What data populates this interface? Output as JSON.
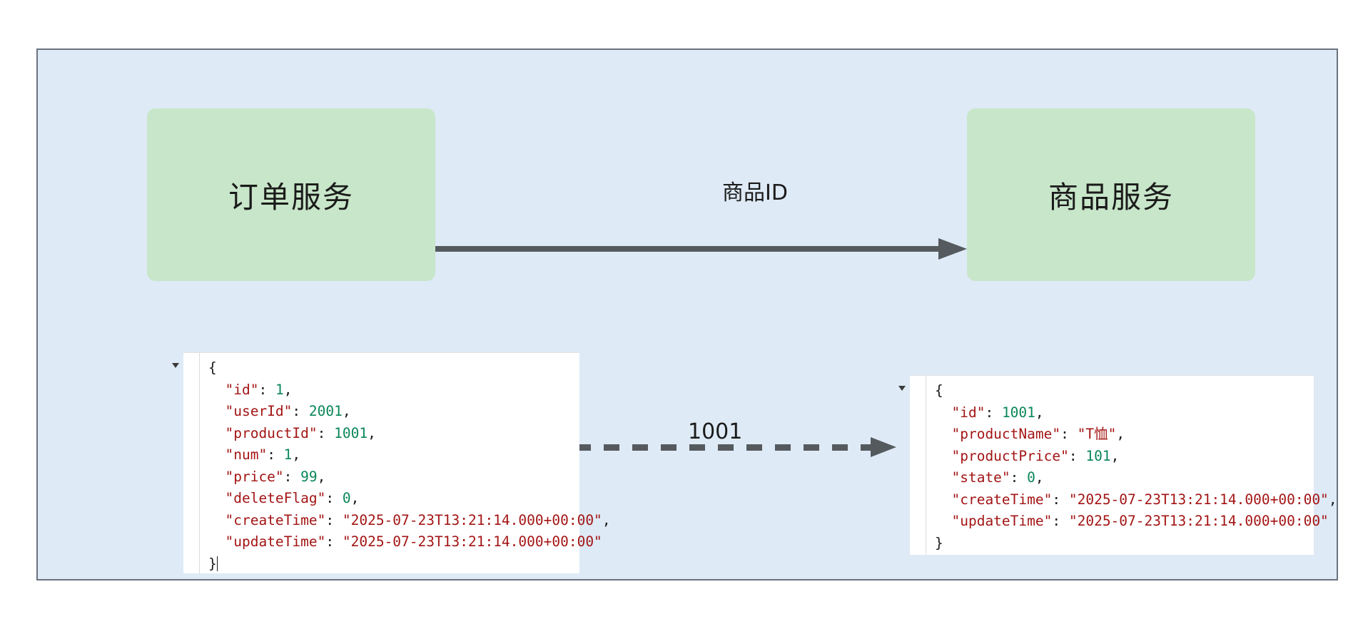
{
  "diagram": {
    "title": "Order Service to Product Service call diagram",
    "colors": {
      "canvas_background": "#deeaf6",
      "canvas_border": "#6b7280",
      "service_box": "#c8e6c9",
      "arrow": "#555a5e",
      "json_key": "#a31515",
      "json_number": "#098658",
      "json_string": "#a31515",
      "panel_background": "#ffffff"
    },
    "nodes": [
      {
        "id": "order-service",
        "label": "订单服务"
      },
      {
        "id": "product-service",
        "label": "商品服务"
      }
    ],
    "edges": [
      {
        "id": "solid-edge",
        "from": "order-service",
        "to": "product-service",
        "label": "商品ID",
        "style": "solid"
      },
      {
        "id": "dashed-edge",
        "from": "order-json",
        "to": "product-json",
        "label": "1001",
        "style": "dashed"
      }
    ]
  },
  "order_json": {
    "toggle_icon": "triangle-down-icon",
    "lines": [
      {
        "indent": 0,
        "tokens": [
          {
            "t": "brace",
            "v": "{"
          }
        ]
      },
      {
        "indent": 1,
        "tokens": [
          {
            "t": "key",
            "v": "\"id\""
          },
          {
            "t": "punct",
            "v": ": "
          },
          {
            "t": "num",
            "v": "1"
          },
          {
            "t": "punct",
            "v": ","
          }
        ]
      },
      {
        "indent": 1,
        "tokens": [
          {
            "t": "key",
            "v": "\"userId\""
          },
          {
            "t": "punct",
            "v": ": "
          },
          {
            "t": "num",
            "v": "2001"
          },
          {
            "t": "punct",
            "v": ","
          }
        ]
      },
      {
        "indent": 1,
        "tokens": [
          {
            "t": "key",
            "v": "\"productId\""
          },
          {
            "t": "punct",
            "v": ": "
          },
          {
            "t": "num",
            "v": "1001"
          },
          {
            "t": "punct",
            "v": ","
          }
        ]
      },
      {
        "indent": 1,
        "tokens": [
          {
            "t": "key",
            "v": "\"num\""
          },
          {
            "t": "punct",
            "v": ": "
          },
          {
            "t": "num",
            "v": "1"
          },
          {
            "t": "punct",
            "v": ","
          }
        ]
      },
      {
        "indent": 1,
        "tokens": [
          {
            "t": "key",
            "v": "\"price\""
          },
          {
            "t": "punct",
            "v": ": "
          },
          {
            "t": "num",
            "v": "99"
          },
          {
            "t": "punct",
            "v": ","
          }
        ]
      },
      {
        "indent": 1,
        "tokens": [
          {
            "t": "key",
            "v": "\"deleteFlag\""
          },
          {
            "t": "punct",
            "v": ": "
          },
          {
            "t": "num",
            "v": "0"
          },
          {
            "t": "punct",
            "v": ","
          }
        ]
      },
      {
        "indent": 1,
        "tokens": [
          {
            "t": "key",
            "v": "\"createTime\""
          },
          {
            "t": "punct",
            "v": ": "
          },
          {
            "t": "str",
            "v": "\"2025-07-23T13:21:14.000+00:00\""
          },
          {
            "t": "punct",
            "v": ","
          }
        ]
      },
      {
        "indent": 1,
        "tokens": [
          {
            "t": "key",
            "v": "\"updateTime\""
          },
          {
            "t": "punct",
            "v": ": "
          },
          {
            "t": "str",
            "v": "\"2025-07-23T13:21:14.000+00:00\""
          }
        ]
      },
      {
        "indent": 0,
        "tokens": [
          {
            "t": "brace",
            "v": "}"
          },
          {
            "t": "caret",
            "v": ""
          }
        ]
      }
    ],
    "values": {
      "id": 1,
      "userId": 2001,
      "productId": 1001,
      "num": 1,
      "price": 99,
      "deleteFlag": 0,
      "createTime": "2025-07-23T13:21:14.000+00:00",
      "updateTime": "2025-07-23T13:21:14.000+00:00"
    }
  },
  "product_json": {
    "toggle_icon": "triangle-down-icon",
    "lines": [
      {
        "indent": 0,
        "tokens": [
          {
            "t": "brace",
            "v": "{"
          }
        ]
      },
      {
        "indent": 1,
        "tokens": [
          {
            "t": "key",
            "v": "\"id\""
          },
          {
            "t": "punct",
            "v": ": "
          },
          {
            "t": "num",
            "v": "1001"
          },
          {
            "t": "punct",
            "v": ","
          }
        ]
      },
      {
        "indent": 1,
        "tokens": [
          {
            "t": "key",
            "v": "\"productName\""
          },
          {
            "t": "punct",
            "v": ": "
          },
          {
            "t": "str",
            "v": "\"T恤\""
          },
          {
            "t": "punct",
            "v": ","
          }
        ]
      },
      {
        "indent": 1,
        "tokens": [
          {
            "t": "key",
            "v": "\"productPrice\""
          },
          {
            "t": "punct",
            "v": ": "
          },
          {
            "t": "num",
            "v": "101"
          },
          {
            "t": "punct",
            "v": ","
          }
        ]
      },
      {
        "indent": 1,
        "tokens": [
          {
            "t": "key",
            "v": "\"state\""
          },
          {
            "t": "punct",
            "v": ": "
          },
          {
            "t": "num",
            "v": "0"
          },
          {
            "t": "punct",
            "v": ","
          }
        ]
      },
      {
        "indent": 1,
        "tokens": [
          {
            "t": "key",
            "v": "\"createTime\""
          },
          {
            "t": "punct",
            "v": ": "
          },
          {
            "t": "str",
            "v": "\"2025-07-23T13:21:14.000+00:00\""
          },
          {
            "t": "punct",
            "v": ","
          }
        ]
      },
      {
        "indent": 1,
        "tokens": [
          {
            "t": "key",
            "v": "\"updateTime\""
          },
          {
            "t": "punct",
            "v": ": "
          },
          {
            "t": "str",
            "v": "\"2025-07-23T13:21:14.000+00:00\""
          }
        ]
      },
      {
        "indent": 0,
        "tokens": [
          {
            "t": "brace",
            "v": "}"
          }
        ]
      }
    ],
    "values": {
      "id": 1001,
      "productName": "T恤",
      "productPrice": 101,
      "state": 0,
      "createTime": "2025-07-23T13:21:14.000+00:00",
      "updateTime": "2025-07-23T13:21:14.000+00:00"
    }
  }
}
